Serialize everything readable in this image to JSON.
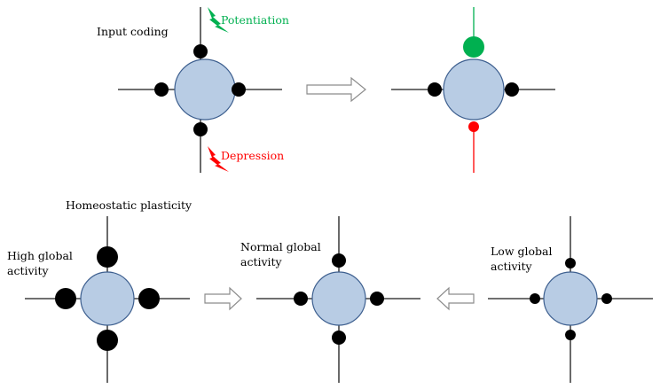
{
  "labels": {
    "input_coding": "Input coding",
    "potentiation": "Potentiation",
    "depression": "Depression",
    "homeostatic_plasticity": "Homeostatic plasticity",
    "high_global_activity": [
      "High global",
      "activity"
    ],
    "normal_global_activity": [
      "Normal global",
      "activity"
    ],
    "low_global_activity": [
      "Low global",
      "activity"
    ]
  },
  "colors": {
    "soma_fill": "#b8cce4",
    "soma_stroke": "#3d5f8f",
    "line": "#1a1a1a",
    "synapse": "#000000",
    "potentiation": "#00b050",
    "depression": "#ff0000",
    "arrow_stroke": "#8c8c8c"
  },
  "icons": [
    "lightning-bolt-icon",
    "hollow-right-arrow-icon",
    "hollow-left-arrow-icon"
  ]
}
